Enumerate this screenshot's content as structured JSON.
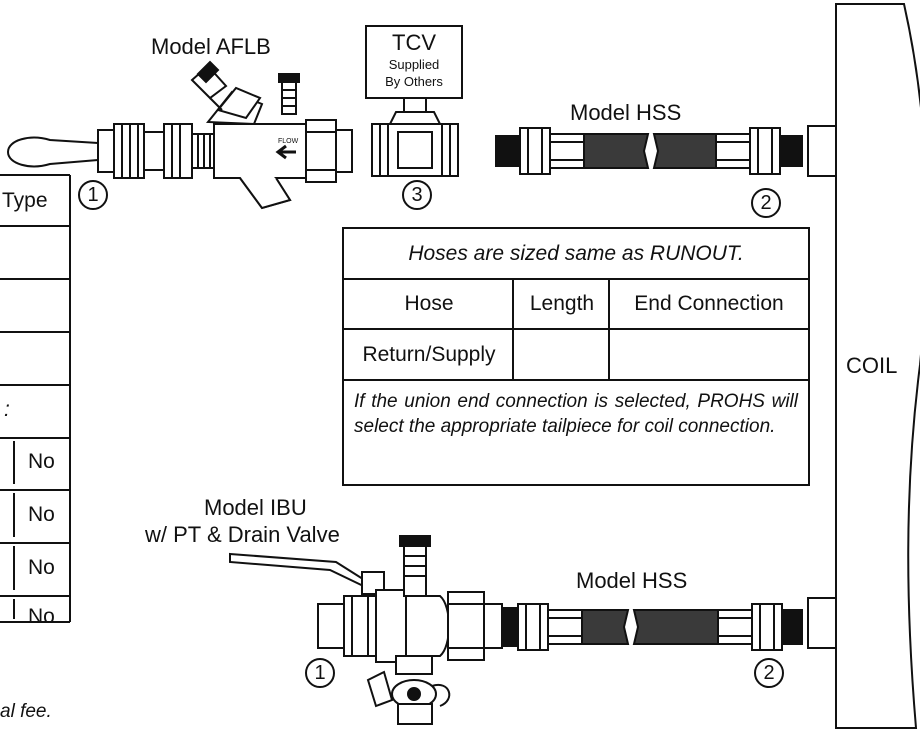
{
  "labels": {
    "aflb": "Model AFLB",
    "tcv_title": "TCV",
    "tcv_line1": "Supplied",
    "tcv_line2": "By Others",
    "hss_top": "Model HSS",
    "hss_bottom": "Model HSS",
    "ibu_line1": "Model IBU",
    "ibu_line2": "w/ PT & Drain Valve",
    "coil": "COIL",
    "flow": "FLOW"
  },
  "callouts": {
    "aflb": "1",
    "tcv": "3",
    "hss_top": "2",
    "ibu": "1",
    "hss_bottom": "2"
  },
  "left_table": {
    "header": "Type",
    "colon": ":",
    "no_options": [
      "No",
      "No",
      "No",
      "No"
    ],
    "footnote": "al fee."
  },
  "hose_table": {
    "title": "Hoses are sized same as RUNOUT.",
    "headers": [
      "Hose",
      "Length",
      "End Connection"
    ],
    "row": {
      "hose": "Return/Supply",
      "length": "",
      "end_connection": ""
    },
    "note": "If the union end connection is selected, PROHS will select the appropriate tailpiece for coil connection."
  }
}
